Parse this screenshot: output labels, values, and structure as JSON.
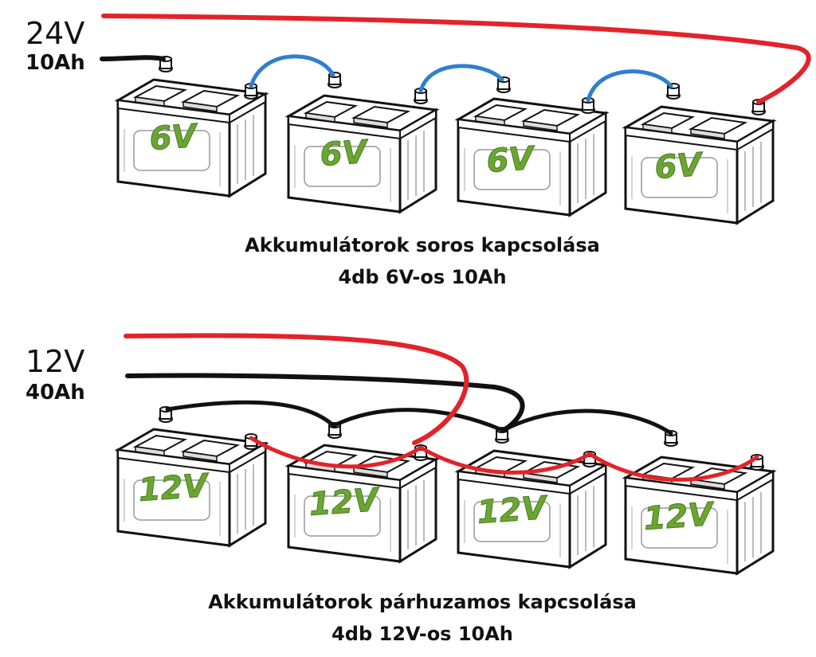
{
  "series_section": {
    "voltage": "24V",
    "capacity": "10Ah",
    "battery_label": "6V",
    "battery_count": 4,
    "caption_line1": "Akkumulátorok soros kapcsolása",
    "caption_line2": "4db 6V-os 10Ah"
  },
  "parallel_section": {
    "voltage": "12V",
    "capacity": "40Ah",
    "battery_label": "12V",
    "battery_count": 4,
    "caption_line1": "Akkumulátorok párhuzamos kapcsolása",
    "caption_line2": "4db 12V-os 10Ah"
  },
  "colors": {
    "positive_wire": "#e3222a",
    "negative_wire": "#111111",
    "link_wire": "#2f7fcf",
    "battery_label": "#6aa632"
  }
}
